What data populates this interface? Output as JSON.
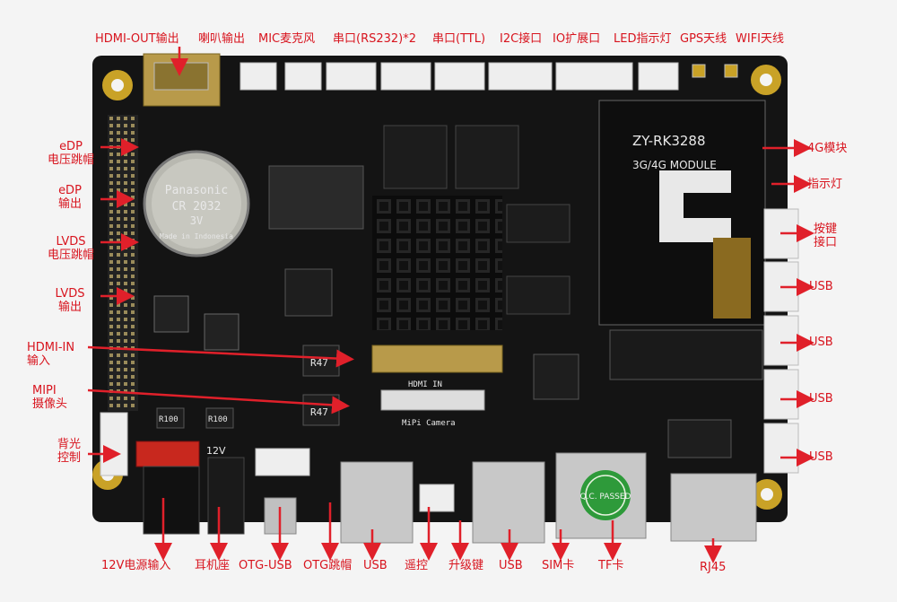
{
  "top_labels": [
    "HDMI-OUT输出",
    "喇叭输出",
    "MIC麦克风",
    "串口(RS232)*2",
    "串口(TTL)",
    "I2C接口",
    "IO扩展口",
    "LED指示灯",
    "GPS天线",
    "WIFI天线"
  ],
  "left_labels": {
    "edp_jumper": [
      "eDP",
      "电压跳帽"
    ],
    "edp_out": [
      "eDP",
      "输出"
    ],
    "lvds_jumper": [
      "LVDS",
      "电压跳帽"
    ],
    "lvds_out": [
      "LVDS",
      "输出"
    ],
    "hdmi_in": [
      "HDMI-IN",
      "输入"
    ],
    "mipi": [
      "MIPI",
      "摄像头"
    ],
    "backlight": [
      "背光",
      "控制"
    ]
  },
  "right_labels": {
    "module_4g": "4G模块",
    "indicator": "指示灯",
    "key_port": [
      "按键",
      "接口"
    ],
    "usb": [
      "USB",
      "USB",
      "USB",
      "USB"
    ]
  },
  "bottom_labels": [
    "12V电源输入",
    "耳机座",
    "OTG-USB",
    "OTG跳帽",
    "USB",
    "遥控",
    "升级键",
    "USB",
    "SIM卡",
    "TF卡",
    "RJ45"
  ],
  "board_silk": {
    "module_name": "ZY-RK3288",
    "module_sub": "3G/4G MODULE",
    "battery_brand": "Panasonic",
    "battery_model": "CR 2032",
    "battery_volt": "3V",
    "battery_origin": "Made in Indonesia",
    "hdmi_in_silk": "HDMI    IN",
    "mipi_silk": "MiPi    Camera",
    "power_12v": "12V",
    "qc_text": "Q.C. PASSED",
    "chip_r47": "R47",
    "chip_r100": "R100"
  },
  "colors": {
    "label_red": "#d8141e",
    "arrow_red": "#e0202a",
    "pcb": "#141414",
    "gold": "#c9a227"
  }
}
